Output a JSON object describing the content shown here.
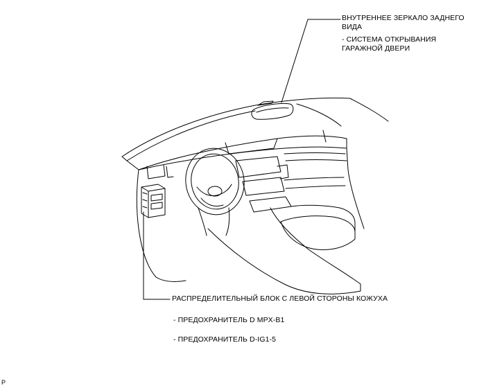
{
  "labels": {
    "mirror_line1": "ВНУТРЕННЕЕ ЗЕРКАЛО ЗАДНЕГО",
    "mirror_line2": "ВИДА",
    "mirror_sub_line1": "- СИСТЕМА ОТКРЫВАНИЯ",
    "mirror_sub_line2": "ГАРАЖНОЙ ДВЕРИ",
    "junction_block": "РАСПРЕДЕЛИТЕЛЬНЫЙ БЛОК С ЛЕВОЙ СТОРОНЫ КОЖУХА",
    "fuse_1": "- ПРЕДОХРАНИТЕЛЬ D MPX-B1",
    "fuse_2": "- ПРЕДОХРАНИТЕЛЬ D-IG1-5"
  },
  "corner_mark": "P",
  "colors": {
    "line": "#000000",
    "background": "#ffffff"
  }
}
